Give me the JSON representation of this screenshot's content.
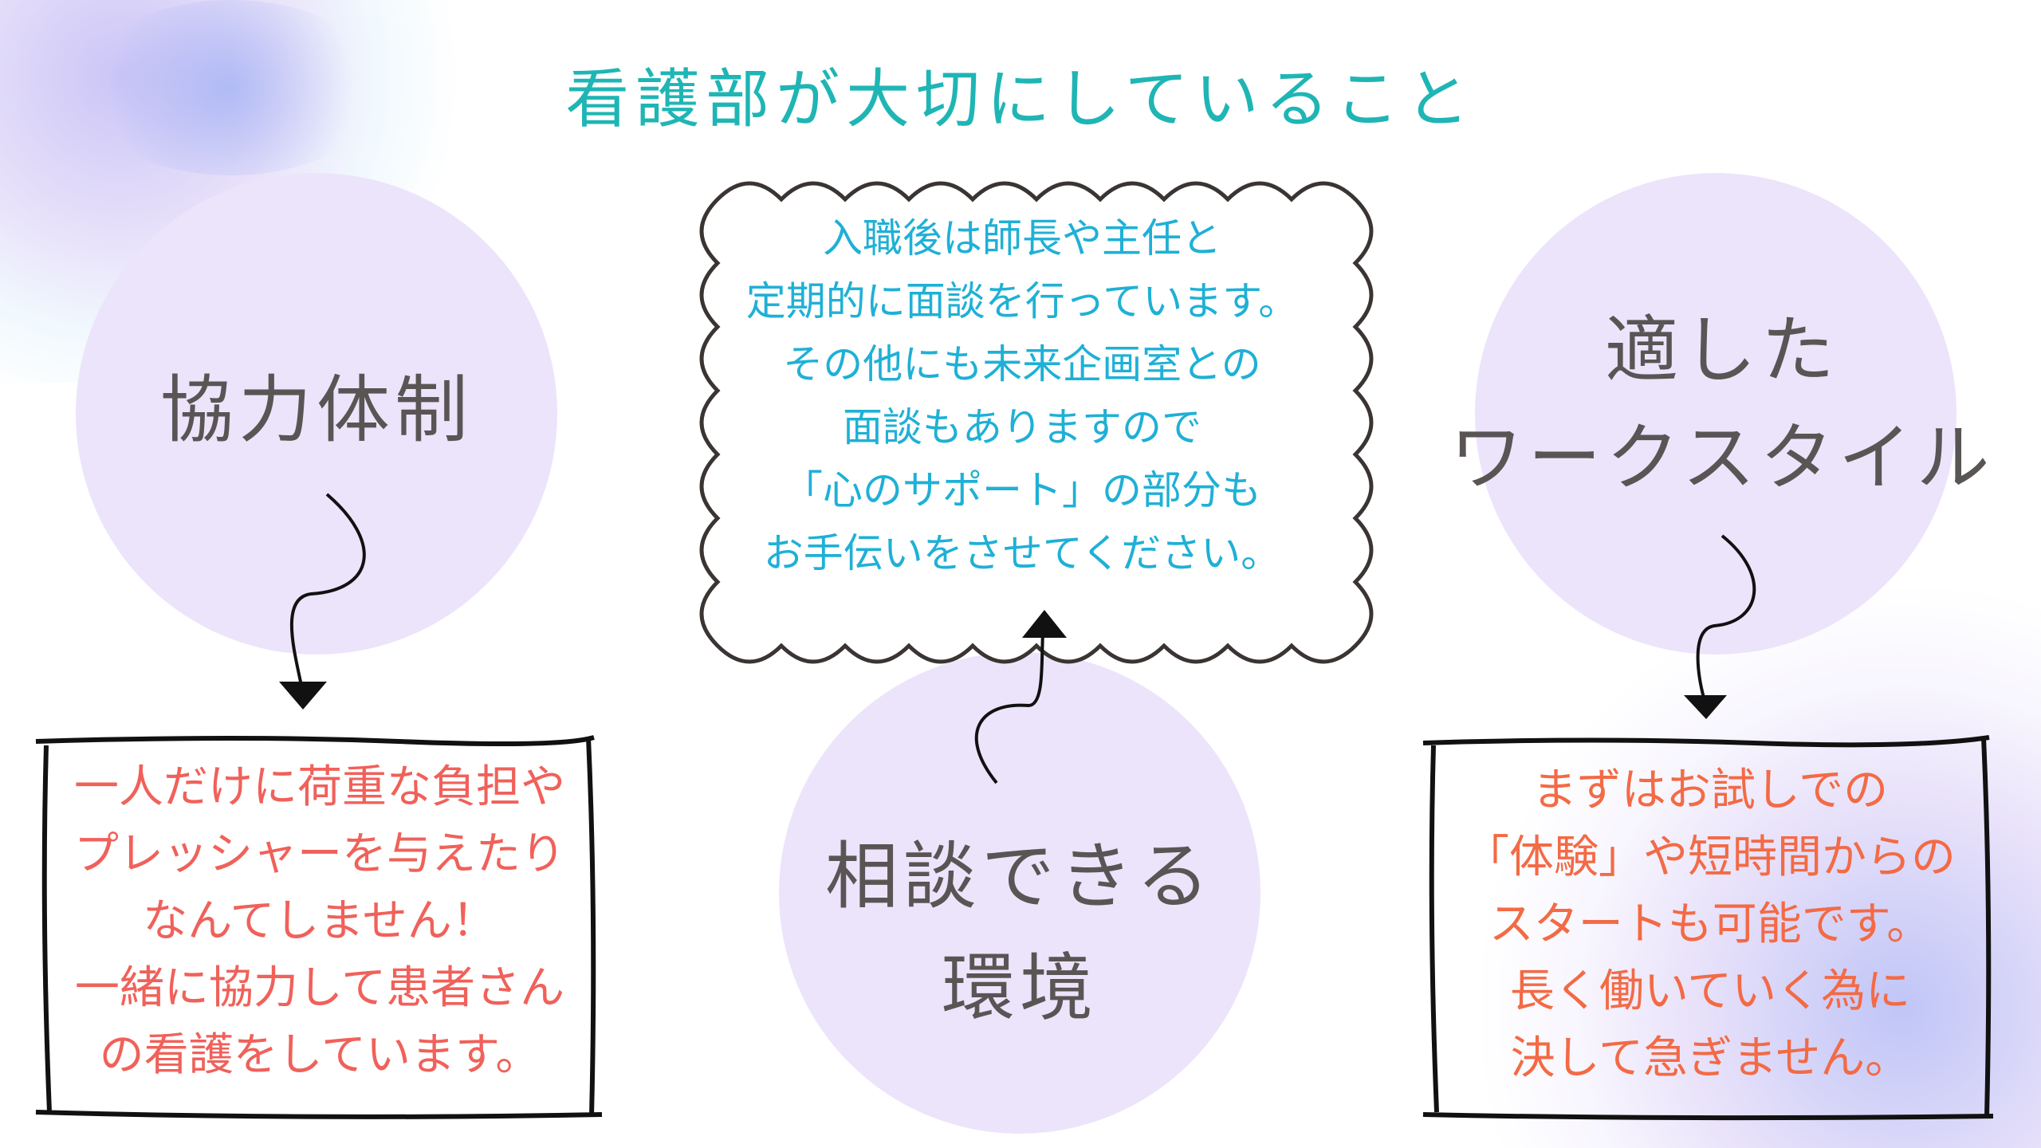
{
  "title": "看護部が大切にしていること",
  "colors": {
    "title": "#1fb5b5",
    "circle": "#ece4fb",
    "left_text": "#f0615a",
    "center_text": "#1fb0d6",
    "right_text": "#f36a45"
  },
  "left": {
    "heading": "協力体制",
    "lines": [
      "一人だけに荷重な負担や",
      "プレッシャーを与えたり",
      "なんてしません！",
      "一緒に協力して患者さん",
      "の看護をしています。"
    ]
  },
  "center": {
    "heading_lines": [
      "相談できる",
      "環境"
    ],
    "lines": [
      "入職後は師長や主任と",
      "定期的に面談を行っています。",
      "その他にも未来企画室との",
      "面談もありますので",
      "「心のサポート」の部分も",
      "お手伝いをさせてください。"
    ]
  },
  "right": {
    "heading_lines": [
      "適した",
      "ワークスタイル"
    ],
    "lines": [
      "まずはお試しでの",
      "「体験」や短時間からの",
      "スタートも可能です。",
      "長く働いていく為に",
      "決して急ぎません。"
    ]
  }
}
